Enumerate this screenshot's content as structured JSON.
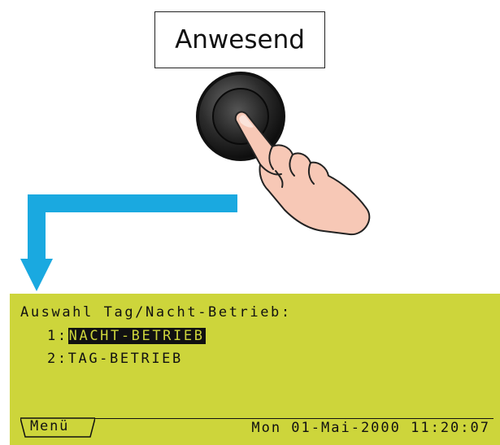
{
  "panel_button": {
    "label": "Anwesend"
  },
  "display": {
    "title": "Auswahl Tag/Nacht-Betrieb:",
    "options": [
      {
        "number": "1:",
        "label": "NACHT-BETRIEB",
        "selected": true
      },
      {
        "number": "2:",
        "label": "TAG-BETRIEB",
        "selected": false
      }
    ],
    "softkey_label": "Menü",
    "datetime": "Mon 01-Mai-2000 11:20:07"
  },
  "colors": {
    "lcd_background": "#cdd53b",
    "arrow": "#1aa9e0",
    "text": "#111111"
  },
  "icons": {
    "button": "round-push-button",
    "hand": "pressing-hand-icon",
    "arrow": "flow-arrow-down-left"
  }
}
